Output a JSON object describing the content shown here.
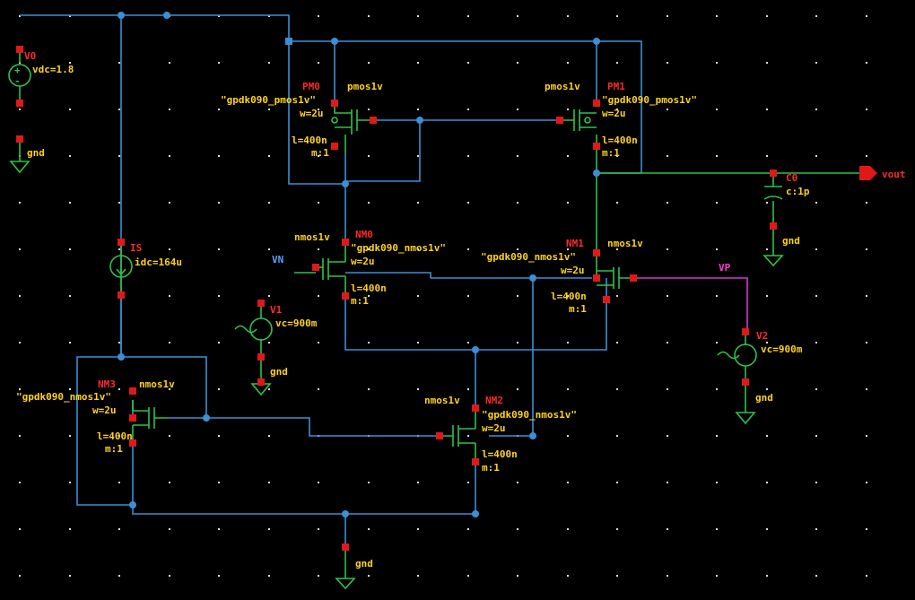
{
  "v0": {
    "name": "V0",
    "param": "vdc=1.8",
    "gnd": "gnd"
  },
  "is": {
    "name": "IS",
    "param": "idc=164u"
  },
  "pm0": {
    "name": "PM0",
    "model": "\"gpdk090_pmos1v\"",
    "cell": "pmos1v",
    "w": "w=2u",
    "l": "l=400n",
    "m": "m:1"
  },
  "pm1": {
    "name": "PM1",
    "model": "\"gpdk090_pmos1v\"",
    "cell": "pmos1v",
    "w": "w=2u",
    "l": "l=400n",
    "m": "m:1"
  },
  "nm0": {
    "name": "NM0",
    "model": "\"gpdk090_nmos1v\"",
    "cell": "nmos1v",
    "w": "w=2u",
    "l": "l=400n",
    "m": "m:1"
  },
  "nm1": {
    "name": "NM1",
    "model": "\"gpdk090_nmos1v\"",
    "cell": "nmos1v",
    "w": "w=2u",
    "l": "l=400n",
    "m": "m:1"
  },
  "nm2": {
    "name": "NM2",
    "model": "\"gpdk090_nmos1v\"",
    "cell": "nmos1v",
    "w": "w=2u",
    "l": "l=400n",
    "m": "m:1"
  },
  "nm3": {
    "name": "NM3",
    "model": "\"gpdk090_nmos1v\"",
    "cell": "nmos1v",
    "w": "w=2u",
    "l": "l=400n",
    "m": "m:1"
  },
  "c0": {
    "name": "C0",
    "param": "c:1p",
    "gnd": "gnd"
  },
  "v1": {
    "name": "V1",
    "param": "vc=900m",
    "gnd": "gnd",
    "net": "VN"
  },
  "v2": {
    "name": "V2",
    "param": "vc=900m",
    "gnd": "gnd",
    "net": "VP"
  },
  "vout": "vout",
  "main_gnd": "gnd",
  "colors": {
    "background": "#000000",
    "wire": "#3b8fd6",
    "device": "#2ec24a",
    "pin": "#e01818",
    "label_red": "#ff2a2a",
    "label_yellow": "#ffd21a"
  }
}
